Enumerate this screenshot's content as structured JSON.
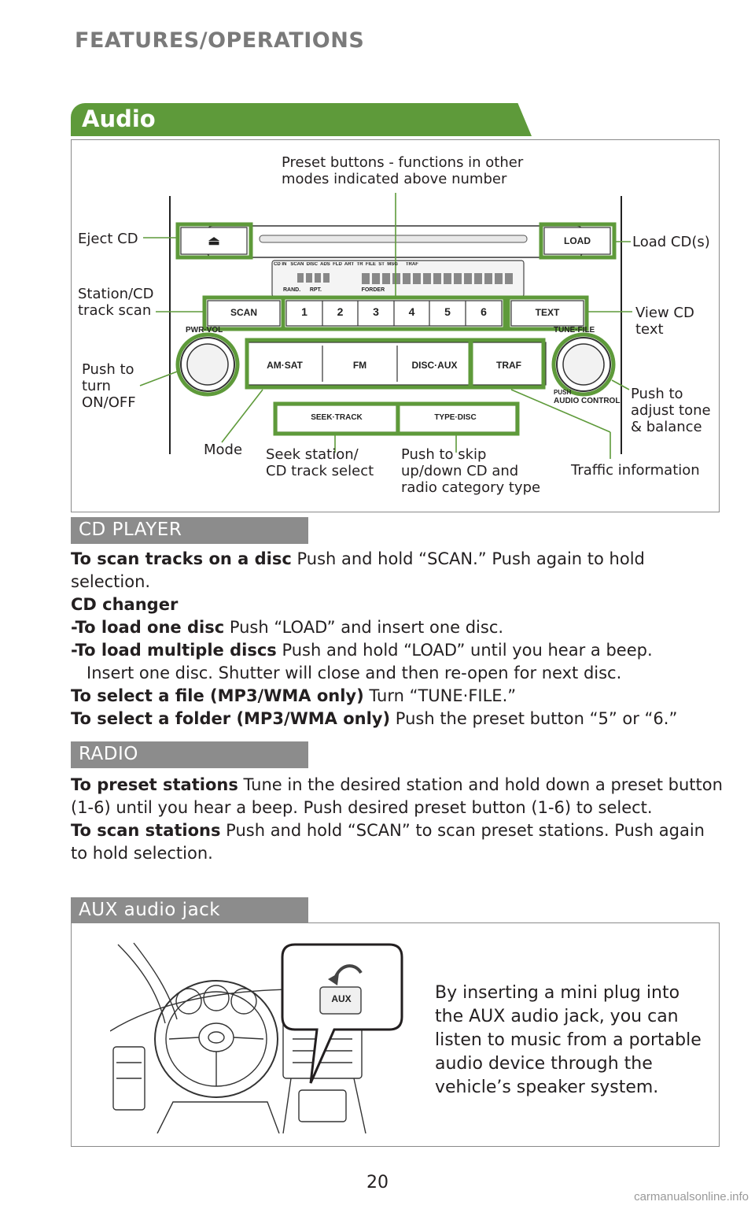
{
  "header": {
    "section": "FEATURES/OPERATIONS"
  },
  "audio": {
    "title": "Audio",
    "callouts": {
      "preset": "Preset buttons - functions in other\nmodes indicated above number",
      "eject": "Eject CD",
      "load": "Load CD(s)",
      "scan": "Station/CD\ntrack scan",
      "view_text": "View CD\ntext",
      "power": "Push to\nturn\nON/OFF",
      "tone": "Push to\nadjust tone\n& balance",
      "mode": "Mode",
      "seek": "Seek station/\nCD track select",
      "skip": "Push to skip\nup/down CD and\nradio category type",
      "traffic": "Traffic information"
    },
    "head_unit": {
      "eject_symbol": "⏏",
      "load": "LOAD",
      "scan": "SCAN",
      "text": "TEXT",
      "presets": [
        "1",
        "2",
        "3",
        "4",
        "5",
        "6"
      ],
      "pwr_vol": "PWR·VOL",
      "tune_file": "TUNE·FILE",
      "am_sat": "AM·SAT",
      "fm": "FM",
      "disc_aux": "DISC·AUX",
      "traf": "TRAF",
      "push": "PUSH",
      "audio_control": "AUDIO CONTROL",
      "seek_track": "SEEK·TRACK",
      "type_disc": "TYPE·DISC",
      "display_top": "CD IN   SCAN  DISC  ADS  FLD  ART  TR  FILE  ST  MSG      TRAF",
      "display_bottom": "RAND.      RPT.                          FORDER"
    }
  },
  "cd_player": {
    "heading": "CD PLAYER",
    "scan_title": "To scan tracks on a disc",
    "scan_text": " Push and hold “SCAN.” Push again to hold selection.",
    "changer_title": "CD changer",
    "load_one_title": "-To load one disc",
    "load_one_text": " Push “LOAD” and insert one disc.",
    "load_multi_title": "-To load multiple discs",
    "load_multi_text": " Push and hold “LOAD” until you hear a beep.",
    "load_multi_cont": "Insert one disc. Shutter will close and then re-open for next disc.",
    "file_title": "To select a file (MP3/WMA only)",
    "file_text": " Turn “TUNE·FILE.”",
    "folder_title": "To select a folder (MP3/WMA only)",
    "folder_text": " Push the preset button “5” or “6.”"
  },
  "radio": {
    "heading": "RADIO",
    "preset_title": "To preset stations",
    "preset_text": " Tune in the desired station and hold down a preset button (1-6) until you hear a beep. Push desired preset button (1-6) to select.",
    "scan_title": "To scan stations",
    "scan_text": " Push and hold “SCAN” to scan preset stations. Push again to hold selection."
  },
  "aux": {
    "heading": "AUX audio jack",
    "jack_label": "AUX",
    "description": "By inserting a mini plug into\nthe AUX audio jack, you can\nlisten to music from a portable\naudio device through the\nvehicle’s speaker system."
  },
  "footer": {
    "page_number": "20",
    "watermark": "carmanualsonline.info"
  },
  "colors": {
    "accent_green": "#5e9a3a",
    "subhead_gray": "#8c8c8c"
  }
}
